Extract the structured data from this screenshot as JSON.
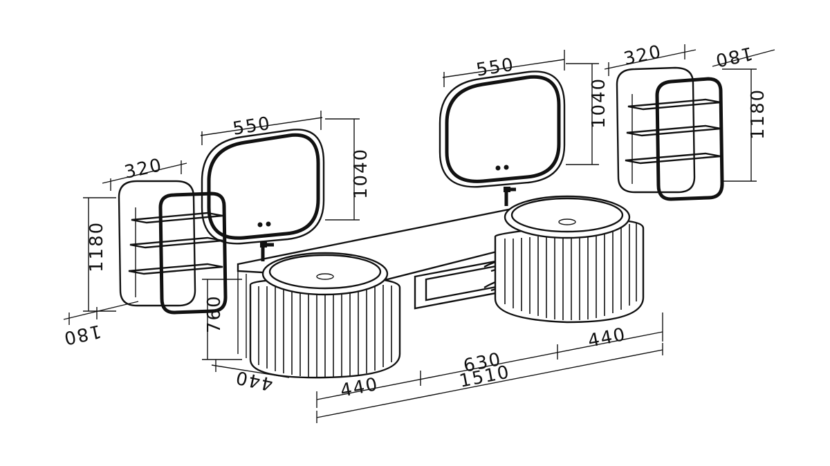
{
  "dimensions": {
    "left_cabinet_width": "320",
    "left_cabinet_depth": "180",
    "left_cabinet_height": "1180",
    "left_mirror_width": "550",
    "left_mirror_height": "1040",
    "right_mirror_width": "550",
    "right_mirror_height": "1040",
    "right_cabinet_width": "320",
    "right_cabinet_depth": "180",
    "right_cabinet_height": "1180",
    "vanity_height": "760",
    "vanity_depth": "440",
    "left_basin_width": "440",
    "middle_width": "630",
    "right_basin_width": "440",
    "total_width": "1510"
  },
  "colors": {
    "line": "#111111",
    "background": "#ffffff"
  }
}
